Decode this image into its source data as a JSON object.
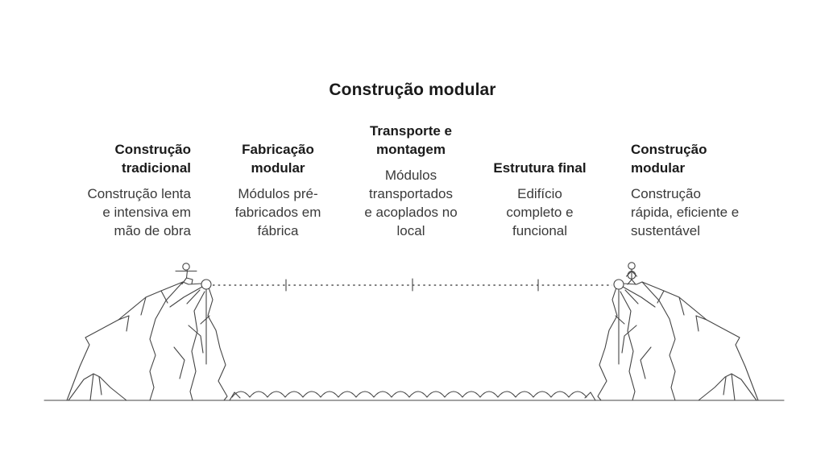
{
  "title": "Construção modular",
  "columns": [
    {
      "heading": "Construção\ntradicional",
      "body": "Construção lenta\ne intensiva em\nmão de obra",
      "align": "right"
    },
    {
      "heading": "Fabricação\nmodular",
      "body": "Módulos pré-\nfabricados em\nfábrica",
      "align": "center"
    },
    {
      "heading": "Transporte e\nmontagem",
      "body": "Módulos\ntransportados\ne acoplados no\nlocal",
      "align": "center"
    },
    {
      "heading": "Estrutura final",
      "body": "Edifício\ncompleto e\nfuncional",
      "align": "center"
    },
    {
      "heading": "Construção\nmodular",
      "body": "Construção\nrápida, eficiente e\nsustentável",
      "align": "left"
    }
  ],
  "illustration": {
    "scene": "Two rocky cliffs facing each other over water, joined by a dotted rope line between two pulleys; a sitting stick figure on the left cliff and a standing stick figure on the right cliff",
    "elements": [
      "left-cliff",
      "right-cliff",
      "left-base-mound",
      "right-base-mound",
      "sitting-figure",
      "standing-figure",
      "left-pulley",
      "right-pulley",
      "dotted-rope",
      "rope-tick-marks",
      "hanging-ropes",
      "water-waves",
      "ground-line"
    ],
    "rope_tick_count": 3
  },
  "colors": {
    "background": "#ffffff",
    "heading_text": "#1a1a1a",
    "body_text": "#3a3a3a",
    "line_art": "#444444"
  }
}
